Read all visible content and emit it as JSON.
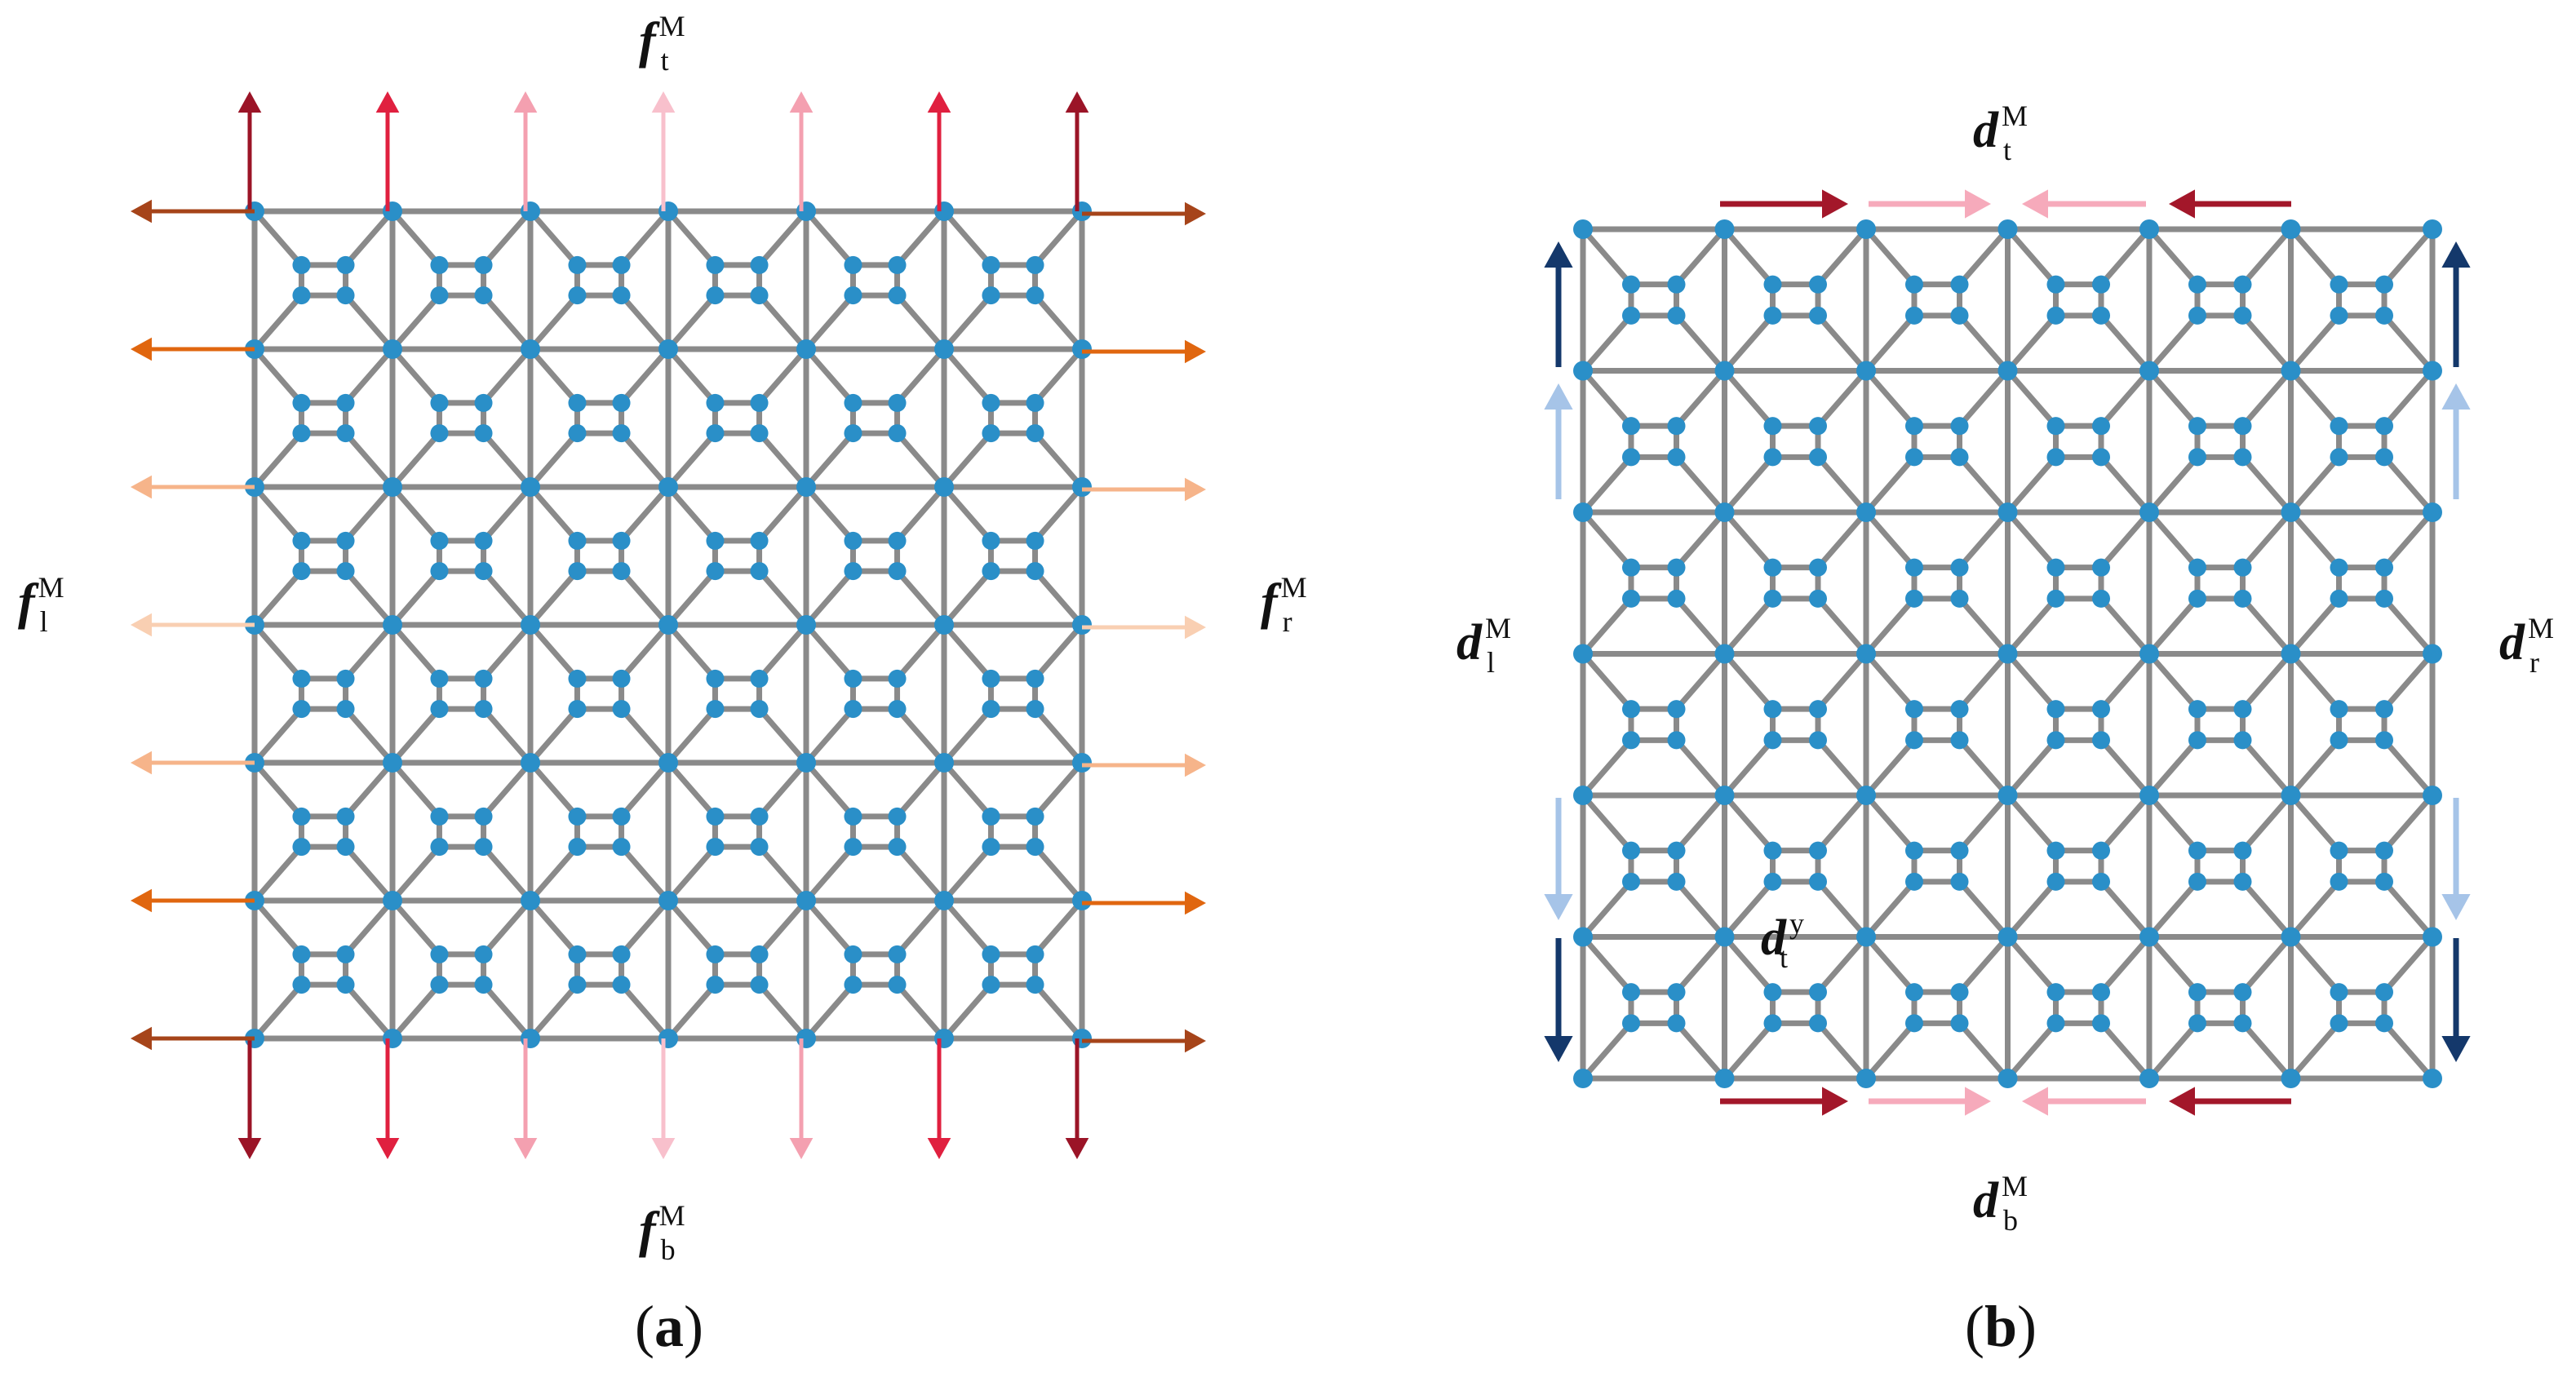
{
  "colors": {
    "lattice_bar": "#8a8a8a",
    "node": "#2a8fc8",
    "force_vertical": {
      "outer": "#9b1427",
      "mid": "#e0203f",
      "inner": "#f4a0b0",
      "center": "#f8c0cc"
    },
    "force_horizontal": {
      "outer": "#a6441a",
      "mid": "#e0660f",
      "inner": "#f6b48a",
      "center": "#f9cfb2"
    },
    "disp_horizontal": {
      "outer": "#a3172a",
      "inner": "#f6aabb"
    },
    "disp_vertical": {
      "outer": "#14386b",
      "inner": "#a6c4e8"
    }
  },
  "panel_a": {
    "label_top": {
      "symbol": "f",
      "sub": "t",
      "sup": "M"
    },
    "label_bottom": {
      "symbol": "f",
      "sub": "b",
      "sup": "M"
    },
    "label_left": {
      "symbol": "f",
      "sub": "l",
      "sup": "M"
    },
    "label_right": {
      "symbol": "f",
      "sub": "r",
      "sup": "M"
    },
    "caption": {
      "open": "(",
      "letter": "a",
      "close": ")"
    }
  },
  "panel_b": {
    "label_top": {
      "symbol": "d",
      "sub": "t",
      "sup": "M"
    },
    "label_bottom": {
      "symbol": "d",
      "sub": "b",
      "sup": "M"
    },
    "label_left": {
      "symbol": "d",
      "sub": "l",
      "sup": "M"
    },
    "label_right": {
      "symbol": "d",
      "sub": "r",
      "sup": "M"
    },
    "label_inner": {
      "symbol": "d",
      "sub": "t",
      "sup": "y"
    },
    "caption": {
      "open": "(",
      "letter": "b",
      "close": ")"
    }
  }
}
